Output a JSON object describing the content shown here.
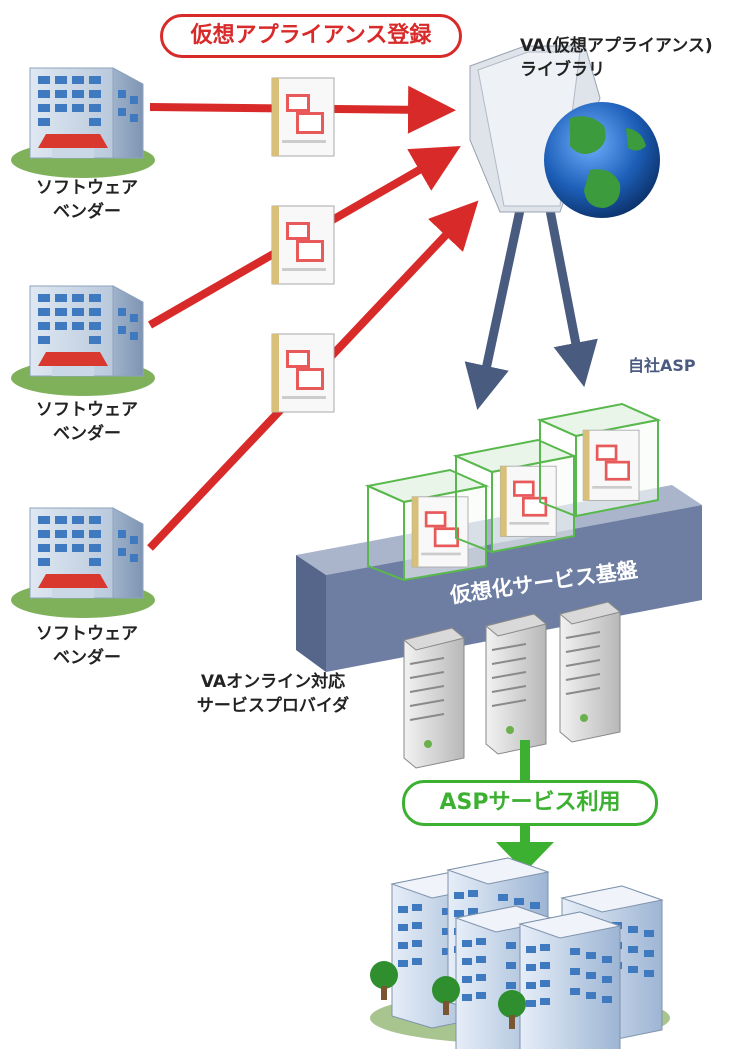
{
  "registration_label": "仮想アプライアンス登録",
  "va_library": {
    "line1": "VA(仮想アプライアンス)",
    "line2": "ライブラリ"
  },
  "vendors": [
    {
      "line1": "ソフトウェア",
      "line2": "ベンダー"
    },
    {
      "line1": "ソフトウェア",
      "line2": "ベンダー"
    },
    {
      "line1": "ソフトウェア",
      "line2": "ベンダー"
    }
  ],
  "own_asp_label": "自社ASP",
  "platform_label": "仮想化サービス基盤",
  "provider": {
    "line1": "VAオンライン対応",
    "line2": "サービスプロバイダ"
  },
  "asp_usage_label": "ASPサービス利用",
  "colors": {
    "red": "#d92a2a",
    "blue": "#4a5b80",
    "green": "#3cb031",
    "platform": "#6e7ea3"
  },
  "icons": [
    "office-building-icon",
    "va-document-icon",
    "folder-icon",
    "globe-icon",
    "server-icon",
    "office-complex-icon"
  ]
}
